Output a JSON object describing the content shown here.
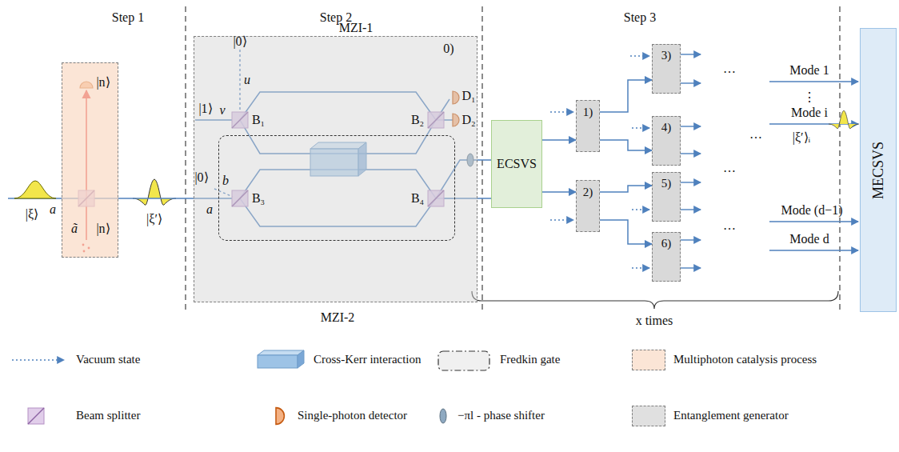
{
  "diagram": {
    "nodes": [
      {
        "text": [
          "|n⟩",
          "ã",
          "|n⟩"
        ]
      },
      {
        "text": [
          "0)"
        ]
      },
      {
        "text": [
          "MZI-2"
        ],
        "in": 1
      },
      {
        "text": [
          "ECSVS"
        ]
      },
      {
        "text": [
          "1)"
        ]
      },
      {
        "text": [
          "2)"
        ]
      },
      {
        "text": [
          "3)"
        ]
      },
      {
        "text": [
          "4)"
        ]
      },
      {
        "text": [
          "5)"
        ]
      },
      {
        "text": [
          "6)"
        ]
      },
      {
        "text": [
          "MECSVS"
        ]
      }
    ],
    "edges": [
      {
        "from": 0,
        "to": 1,
        "arrow": "none",
        "label": "|ξ′⟩"
      },
      {
        "from": 1,
        "to": 3,
        "arrow": "none"
      },
      {
        "from": 1,
        "to": 3,
        "arrow": "none"
      },
      {
        "from": 3,
        "to": 4,
        "arrow": "to"
      },
      {
        "from": 3,
        "to": 5,
        "arrow": "to"
      },
      {
        "from": 4,
        "to": 6,
        "arrow": "to"
      },
      {
        "from": 4,
        "to": 7,
        "arrow": "to"
      },
      {
        "from": 5,
        "to": 8,
        "arrow": "to"
      },
      {
        "from": 5,
        "to": 9,
        "arrow": "to"
      }
    ],
    "labels": [
      "Step 1",
      "Step 2",
      "Step 3",
      "|0⟩",
      "MZI-1",
      "u",
      "|1⟩",
      "v",
      "B₁",
      "B₂",
      "D₁",
      "D₂",
      "|0⟩",
      "b",
      "B₃",
      "B₄",
      "a",
      "|ξ⟩",
      "a",
      "Mode 1",
      "⋮",
      "Mode i",
      "…",
      "|ξ′⟩ᵢ",
      "…",
      "…",
      "…",
      "Mode (d−1)",
      "Mode d",
      "x times"
    ],
    "legend": [
      {
        "text": "Vacuum state"
      },
      {
        "text": "Cross-Kerr interaction"
      },
      {
        "text": "Fredkin gate"
      },
      {
        "text": "Multiphoton catalysis process",
        "color": "#fbe5d6"
      },
      {
        "text": "Beam splitter"
      },
      {
        "text": "Single-photon detector"
      },
      {
        "text": "−πl - phase shifter"
      },
      {
        "text": "Entanglement generator",
        "color": "#e0e0e0"
      }
    ]
  }
}
